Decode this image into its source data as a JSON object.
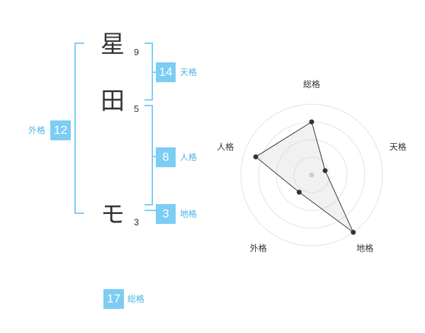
{
  "name": {
    "chars": [
      {
        "char": "星",
        "strokes": "9"
      },
      {
        "char": "田",
        "strokes": "5"
      },
      {
        "char": "モ",
        "strokes": "3"
      }
    ]
  },
  "kakaku": {
    "tenkaku": {
      "value": "14",
      "label": "天格"
    },
    "jinkaku": {
      "value": "8",
      "label": "人格"
    },
    "chikaku": {
      "value": "3",
      "label": "地格"
    },
    "gaikaku": {
      "value": "12",
      "label": "外格"
    },
    "soukaku": {
      "value": "17",
      "label": "総格"
    }
  },
  "colors": {
    "accent": "#7ccdf4",
    "label": "#4fb3e6",
    "text": "#333333"
  },
  "chart_data": {
    "type": "radar",
    "axes": [
      "総格",
      "天格",
      "地格",
      "外格",
      "人格"
    ],
    "values": [
      0.75,
      0.2,
      1.0,
      0.3,
      0.83
    ],
    "rings": 4,
    "grid": true
  }
}
